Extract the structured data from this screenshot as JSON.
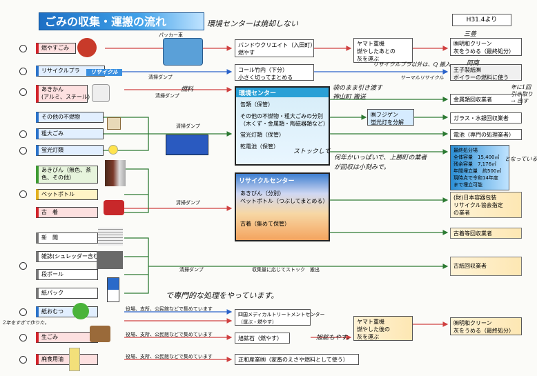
{
  "title": "ごみの収集・運搬の流れ",
  "date_badge": "H31.4より",
  "sources": {
    "burnable": "燃やすごみ",
    "recycle_plastic": "リサイクルプラ",
    "cans": "あきかん\n(アルミ、スチール)",
    "other_nonburn": "その他の不燃物",
    "bulky": "粗大ごみ",
    "fluorescent": "蛍光灯類",
    "bottles": "あきびん（無色、茶色、その他）",
    "pet": "ペットボトル",
    "clothes": "古　着",
    "newspaper": "新　聞",
    "magazine": "雑誌(シュレッダー含む)",
    "cardboard": "段ボール",
    "paperpack": "紙パック",
    "diapers": "紙おむつ",
    "food": "生ごみ",
    "oil": "廃食用油"
  },
  "labels": {
    "packer": "パッカー車",
    "recycle": "リサイクル",
    "dump1": "清掃ダンプ",
    "dump2": "清掃ダンプ",
    "dump3": "清掃ダンプ",
    "dump4": "清掃ダンプ",
    "dump5": "清掃ダンプ",
    "stock": "収集量に応じてストック　搬出",
    "collect1": "役場、支所、公民館などで集めています",
    "collect2": "役場、支所、公民館などで集めています",
    "collect3": "役場、支所、公民館などで集めています"
  },
  "boxes": {
    "bandwood": "バンドウクリエイト（入田町）\n燃やす",
    "yamato1": "ヤマト重機\n燃やしたあとの\n灰を運ぶ",
    "meimei1": "㈱明和クリーン\n灰をうめる（最終処分）",
    "coal": "コール竹内（下分）\n小さく切ってまとめる",
    "oji": "王子製紙㈱\nボイラーの燃料に使う",
    "env_title": "環境センター",
    "env_cans": "缶類（保管）",
    "env_sort": "その他の不燃物・粗大ごみの分別\n（木くず・金属類・陶磁器類など）",
    "env_fluor": "蛍光灯類（保管）",
    "env_batt": "乾電池（保管）",
    "metal": "金属類回収業者",
    "fujigen": "㈱フジゲン\n蛍光灯を分解",
    "glass": "ガラス・水銀回収業者",
    "battery": "電池（専門の処理業者）",
    "landfill": "最終処分場\n全体容量　15,400㎥\n残余容量　7,176㎥\n年間埋立量　約500㎥\n現時点で令和14年度\nまで埋立可能",
    "recyc_title": "リサイクルセンター",
    "recyc_bottles": "あきびん（分別）\nペットボトル（つぶしてまとめる）",
    "recyc_clothes": "古着（集めて保管）",
    "jcpra": "(財)日本容器包装\nリサイクル協会指定\nの業者",
    "clothes_dealer": "古着等回収業者",
    "paper_dealer": "古紙回収業者",
    "shikoku": "四国メディカルトリートメントセンター\n（運ぶ・燃やす）",
    "yamato2": "ヤマト重機\n燃やした後の\n灰を運ぶ",
    "meiwa2": "㈱明和クリーン\n灰をうめる（最終処分）",
    "asahi": "旭鉱石（燃やす）",
    "masa": "正和産業㈱（家畜のえさや燃料として使う）"
  },
  "handwriting": {
    "h1": "環境センターは焼却しない",
    "h2": "三豊",
    "h3": "阿南",
    "h4": "リサイクルプラ以外は、Q 搬入",
    "h5": "サーマルリサイクル",
    "h6": "袋のまま引き渡す\n神山町 搬送",
    "h7": "年に1回\n引き取り\n→ 出す",
    "h8": "ストックして",
    "h9": "何年かいっぱいで、上勝町の業者\nが回収は小刻みで。",
    "h10": "となっている",
    "h11": "燃料",
    "h12": "で専門的な処理をやっています。",
    "h13": "2年をすぎて作りた。",
    "h14": "旭鉱もやす。"
  }
}
